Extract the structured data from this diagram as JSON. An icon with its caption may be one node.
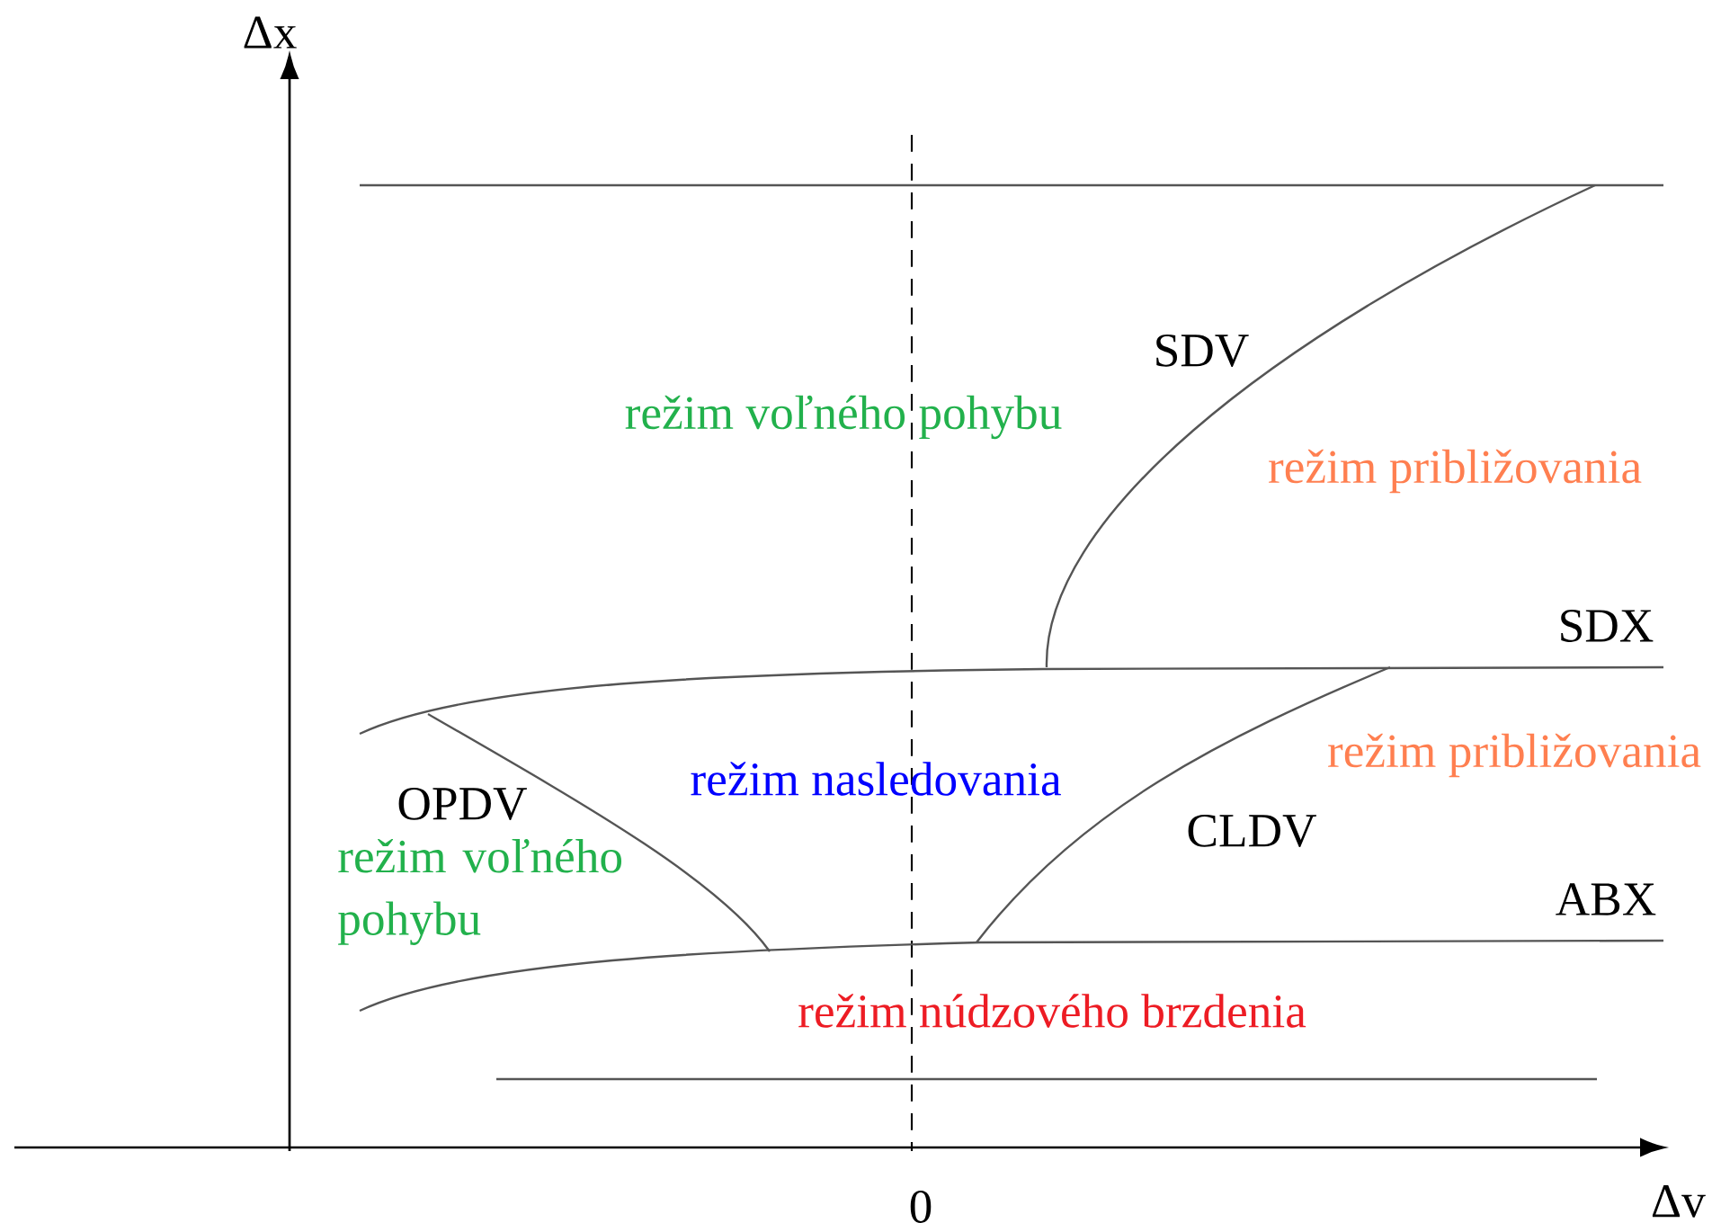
{
  "diagram": {
    "labels": [
      "Δx",
      "SDV",
      "režim voľného pohybu",
      "režim približovania",
      "SDX",
      "OPDV",
      "režim nasledovania",
      "režim približovania",
      "režim voľného pohybu",
      "CLDV",
      "ABX",
      "režim núdzového brzdenia",
      "0",
      "Δv"
    ]
  }
}
